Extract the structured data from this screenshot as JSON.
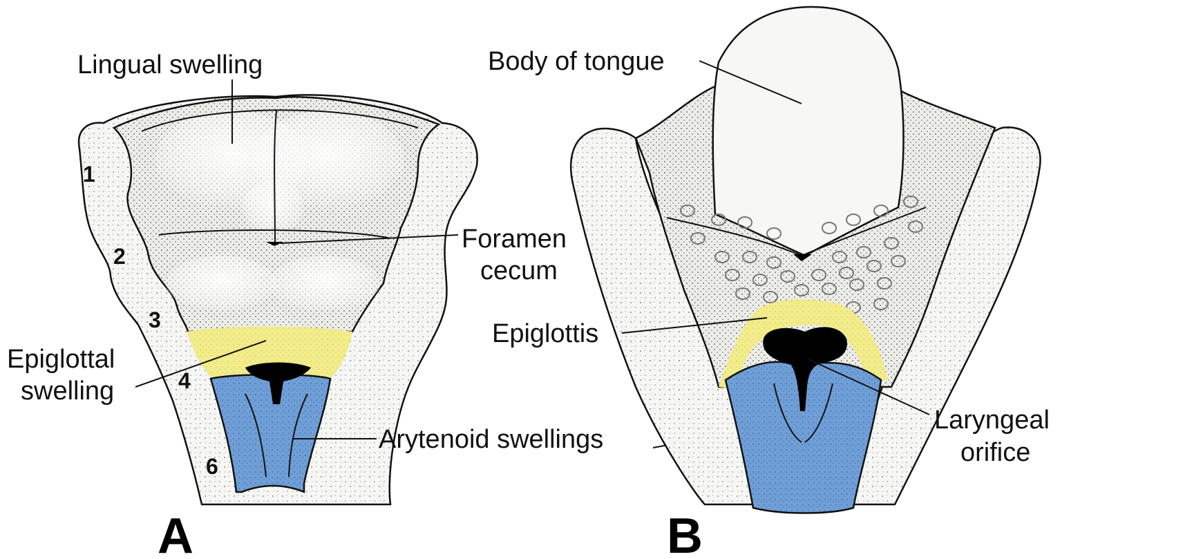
{
  "panel_a": {
    "letter": "A",
    "labels": {
      "lingual_swelling": "Lingual swelling",
      "foramen_line1": "Foramen",
      "foramen_line2": "cecum",
      "epiglottal_line1": "Epiglottal",
      "epiglottal_line2": "swelling",
      "arytenoid": "Arytenoid swellings"
    },
    "arch_numbers": [
      "1",
      "2",
      "3",
      "4",
      "6"
    ]
  },
  "panel_b": {
    "letter": "B",
    "labels": {
      "body_of_tongue": "Body of tongue",
      "epiglottis": "Epiglottis",
      "laryngeal_line1": "Laryngeal",
      "laryngeal_line2": "orifice"
    }
  },
  "colors": {
    "epiglottal_yellow": "#f2ec8a",
    "arytenoid_blue": "#6f9fd6",
    "tissue": "#f4f4f2",
    "orifice": "#000000"
  }
}
